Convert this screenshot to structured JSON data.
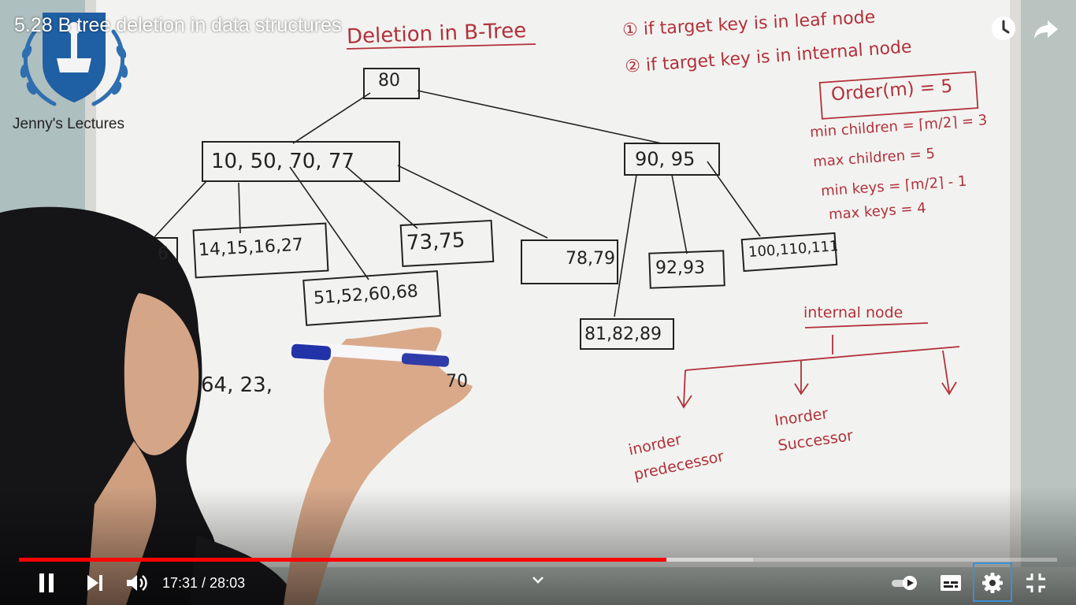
{
  "video": {
    "title": "5.28 B tree deletion in data structures",
    "channel": "Jenny's Lectures"
  },
  "board": {
    "heading": "Deletion in B-Tree",
    "cases": [
      "① if target key is in leaf node",
      "② if target key is in internal node"
    ],
    "order_box": "Order(m) = 5",
    "rules": [
      "min children = ⌈m/2⌉ = 3",
      "max children = 5",
      "min keys = ⌈m/2⌉ - 1",
      "max keys = 4"
    ],
    "tree": {
      "root": "80",
      "level1_left": "10, 50, 70, 77",
      "level1_right": "90, 95",
      "leaves": [
        "6",
        "14,15,16,27",
        "51,52,60,68",
        "73,75",
        "78,79",
        "81,82,89",
        "92,93",
        "100,110,111"
      ]
    },
    "internal_node_label": "internal node",
    "predecessor_label": "inorder predecessor",
    "successor_label": "Inorder Successor",
    "written_sequence": "64, 23,",
    "written_tail": "70"
  },
  "player": {
    "current_time": "17:31",
    "duration": "28:03",
    "time_display": "17:31 / 28:03",
    "progress_played": 0.624,
    "progress_buffered": 0.707,
    "autoplay": true,
    "colors": {
      "played": "#ff0000",
      "focus": "#3f8fd2"
    }
  },
  "icons": [
    "watch-later-icon",
    "share-icon",
    "pause-icon",
    "next-icon",
    "volume-icon",
    "chevron-down-icon",
    "autoplay-toggle-icon",
    "subtitles-icon",
    "settings-icon",
    "exit-fullscreen-icon"
  ]
}
